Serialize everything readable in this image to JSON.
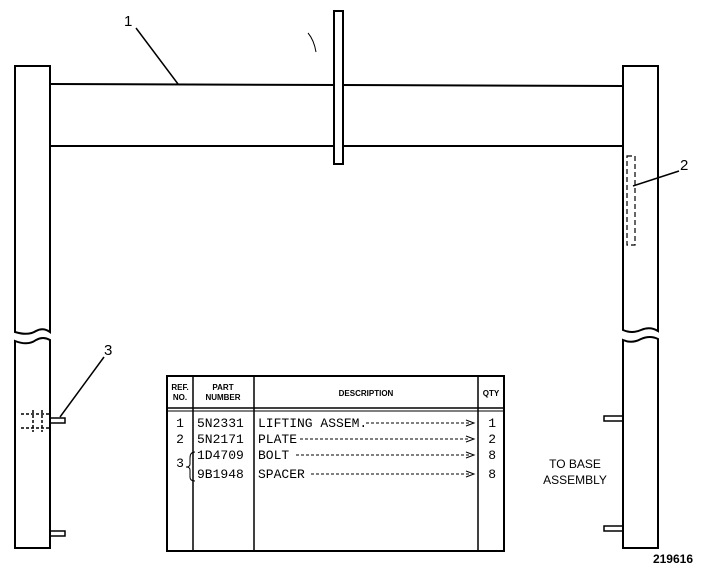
{
  "callouts": {
    "c1": "1",
    "c2": "2",
    "c3": "3"
  },
  "note": {
    "line1": "TO BASE",
    "line2": "ASSEMBLY"
  },
  "figure_number": "219616",
  "parts_table": {
    "headers": {
      "ref_line1": "REF.",
      "ref_line2": "NO.",
      "part_line1": "PART",
      "part_line2": "NUMBER",
      "description": "DESCRIPTION",
      "qty": "QTY"
    },
    "rows": [
      {
        "ref": "1",
        "part": "5N2331",
        "description": "LIFTING ASSEM.",
        "qty": "1"
      },
      {
        "ref": "2",
        "part": "5N2171",
        "description": "PLATE",
        "qty": "2"
      },
      {
        "ref": "3",
        "part": "1D4709",
        "description": "BOLT",
        "qty": "8"
      },
      {
        "ref": "",
        "part": "9B1948",
        "description": "SPACER",
        "qty": "8"
      }
    ]
  }
}
